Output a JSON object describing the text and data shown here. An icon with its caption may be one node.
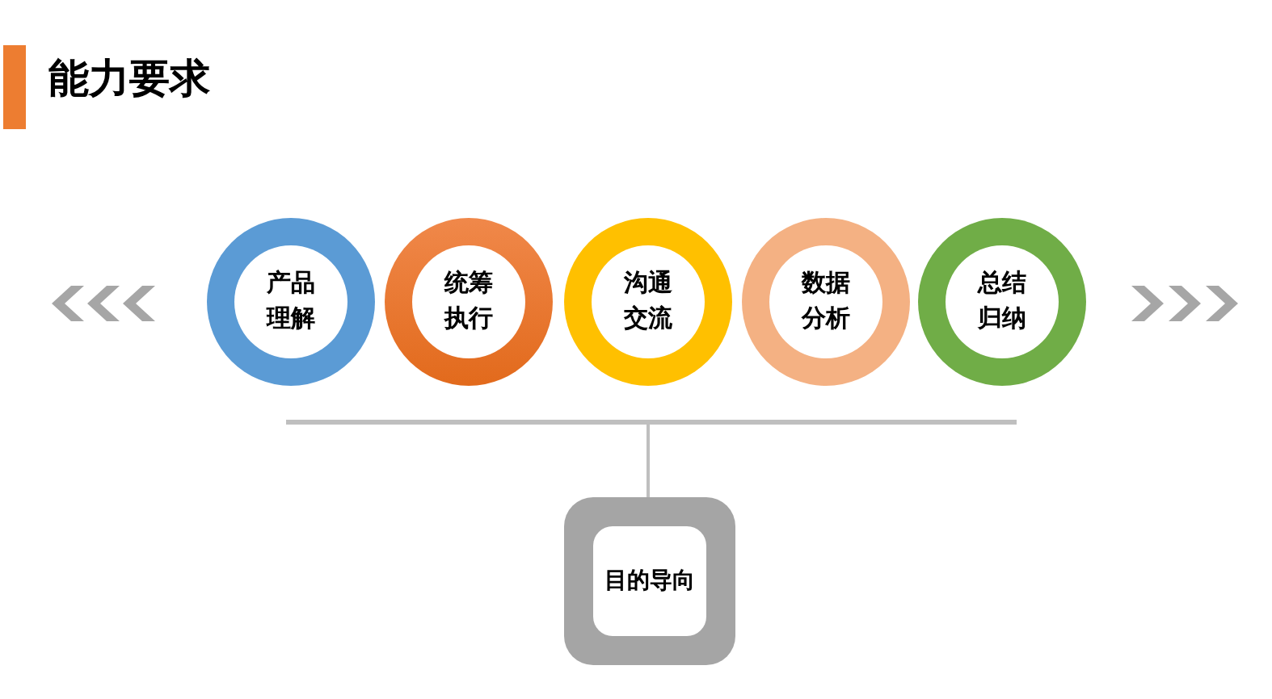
{
  "diagram": {
    "title": "能力要求",
    "nodes": [
      {
        "text": [
          "产品理解"
        ]
      },
      {
        "text": [
          "统筹执行"
        ]
      },
      {
        "text": [
          "沟通交流"
        ]
      },
      {
        "text": [
          "数据分析"
        ]
      },
      {
        "text": [
          "总结归纳"
        ]
      },
      {
        "text": [],
        "shape": "bar"
      },
      {
        "text": [
          "目的导向"
        ]
      }
    ],
    "edges": [
      {
        "from": 5,
        "to": 6,
        "arrow": "none"
      }
    ]
  }
}
